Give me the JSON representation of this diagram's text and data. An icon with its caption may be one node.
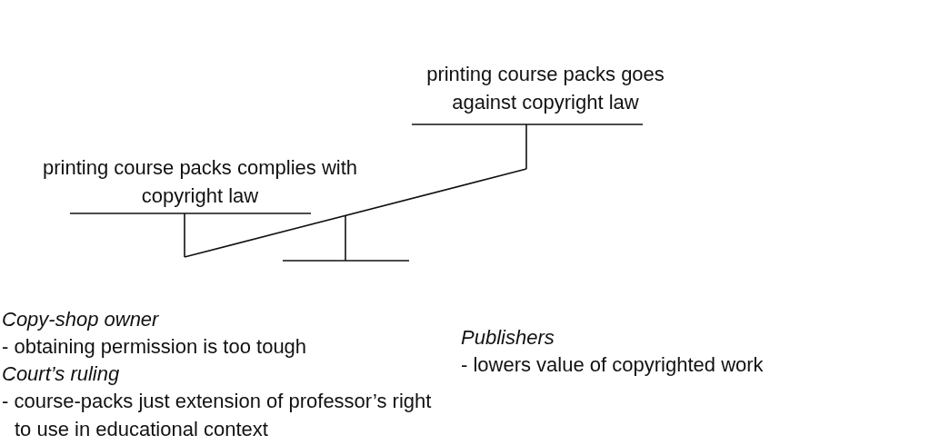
{
  "diagram": {
    "labels": [
      "printing course packs goes against copyright law",
      "printing course packs complies with copyright law",
      "Copy-shop owner",
      "- obtaining permission is too tough",
      "Court’s ruling",
      "- course-packs just extension of professor’s right to use in educational context",
      "Publishers",
      "- lowers value of copyrighted work"
    ]
  }
}
